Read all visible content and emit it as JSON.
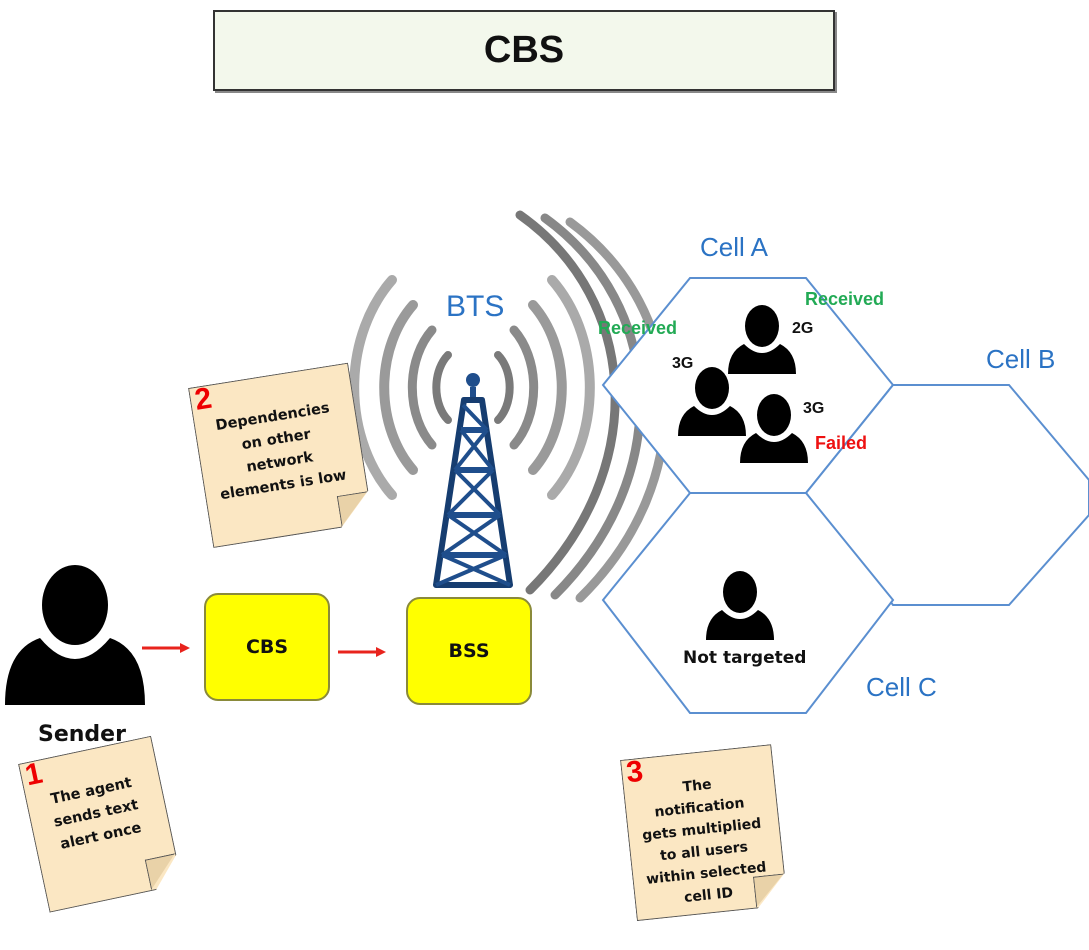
{
  "title": "CBS",
  "sender": {
    "label": "Sender"
  },
  "boxes": {
    "cbs": "CBS",
    "bss": "BSS"
  },
  "tower": {
    "label": "BTS"
  },
  "cells": {
    "a": "Cell A",
    "b": "Cell B",
    "c": "Cell C"
  },
  "users": {
    "u1": {
      "tech": "3G",
      "status": "Received"
    },
    "u2": {
      "tech": "2G",
      "status": "Received"
    },
    "u3": {
      "tech": "3G",
      "status": "Failed"
    },
    "u4": {
      "status": "Not targeted"
    }
  },
  "notes": [
    {
      "number": "1",
      "text": "The agent\nsends text\nalert once"
    },
    {
      "number": "2",
      "text": "Dependencies\non other\nnetwork\nelements is low"
    },
    {
      "number": "3",
      "text": "The\nnotification\ngets multiplied\nto all users\nwithin selected\ncell ID"
    }
  ],
  "colors": {
    "cell_outline": "#5b8fd0",
    "cell_label": "#2b73c4",
    "received": "#22aa55",
    "failed": "#ee1111",
    "arrow": "#e8231d",
    "box_fill": "#ffff00",
    "note_fill": "#fbe7c3",
    "tower": "#1f4e8c"
  },
  "icons": [
    "person-icon",
    "tower-icon",
    "signal-waves-icon",
    "arrow-right-icon"
  ]
}
